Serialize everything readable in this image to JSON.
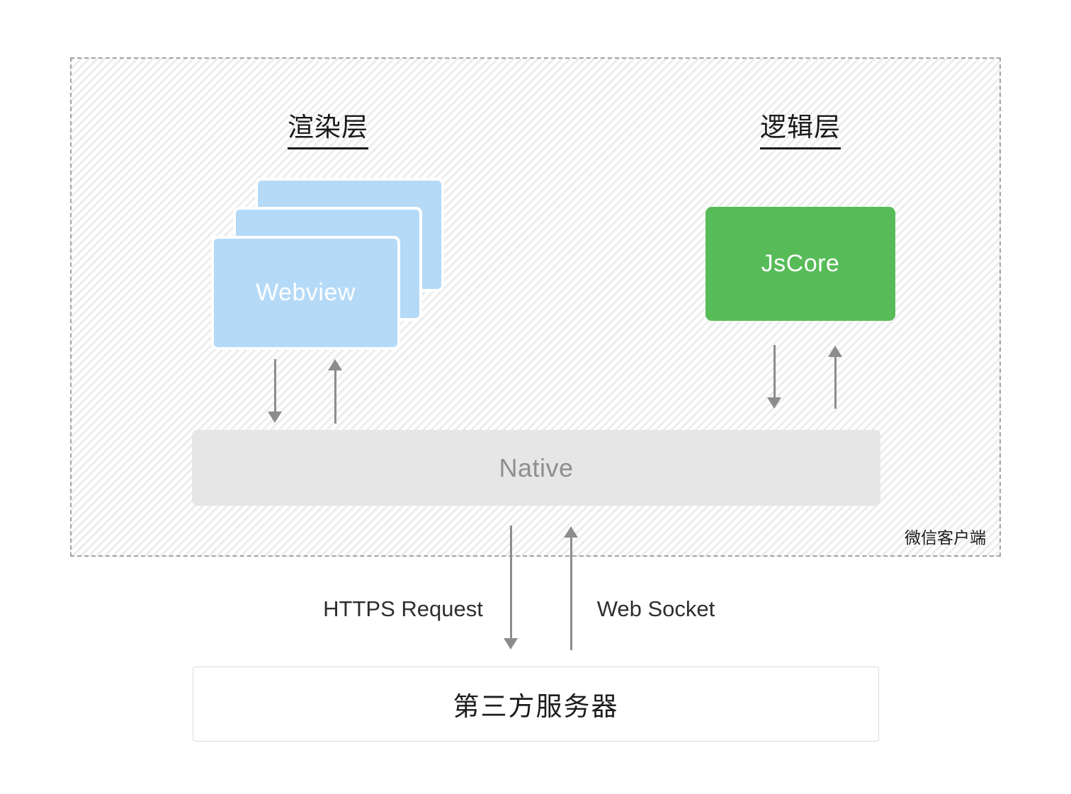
{
  "diagram": {
    "client_box_label": "微信客户端",
    "render_layer_title": "渲染层",
    "logic_layer_title": "逻辑层",
    "webview_label": "Webview",
    "jscore_label": "JsCore",
    "native_label": "Native",
    "server_label": "第三方服务器",
    "https_label": "HTTPS Request",
    "websocket_label": "Web Socket",
    "colors": {
      "webview_blue": "#b5daf7",
      "jscore_green": "#57bb58",
      "native_gray": "#e6e6e6",
      "arrow_gray": "#8c8c8c",
      "hatch_line": "#ececec"
    }
  }
}
